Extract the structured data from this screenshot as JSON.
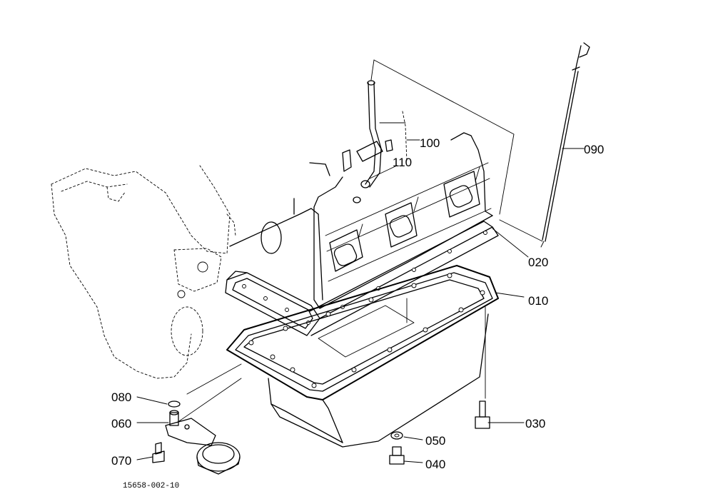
{
  "parts": {
    "p010": "010",
    "p020": "020",
    "p030": "030",
    "p040": "040",
    "p050": "050",
    "p060": "060",
    "p070": "070",
    "p080": "080",
    "p090": "090",
    "p100": "100",
    "p110": "110"
  },
  "drawing_code": "15658-002-10"
}
